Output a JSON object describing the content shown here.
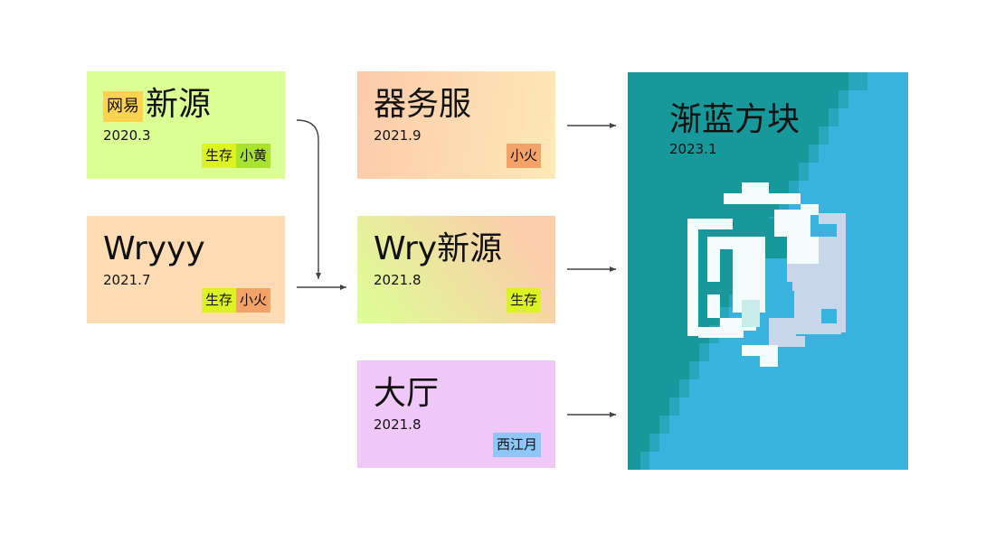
{
  "cards": {
    "netease": {
      "prefix": "网易",
      "title": "新源",
      "date": "2020.3",
      "tags": [
        "生存",
        "小黄"
      ]
    },
    "wryyy": {
      "title": "Wryyy",
      "date": "2021.7",
      "tags": [
        "生存",
        "小火"
      ]
    },
    "qiwufu": {
      "title": "器务服",
      "date": "2021.9",
      "tags": [
        "小火"
      ]
    },
    "wryxinyuan": {
      "title": "Wry新源",
      "date": "2021.8",
      "tags": [
        "生存"
      ]
    },
    "dating": {
      "title": "大厅",
      "date": "2021.8",
      "tags": [
        "西江月"
      ]
    },
    "jianlan": {
      "title": "渐蓝方块",
      "date": "2023.1"
    }
  },
  "colors": {
    "green_card": "#dcff94",
    "orange_card": "#ffdcb4",
    "pink_card": "#f0c8f8",
    "tag_survival": "#ddf222",
    "tag_xiaohuang": "#a9e230",
    "tag_xiaohuo": "#f3a368",
    "tag_xijiangyue": "#8ec6f8",
    "prefix_bg": "#ffd24f",
    "teal": "#17999b",
    "sky_blue": "#3ab2de",
    "arrow": "#444444"
  },
  "icons": [
    "arrow-icon",
    "cube-logo-icon"
  ]
}
